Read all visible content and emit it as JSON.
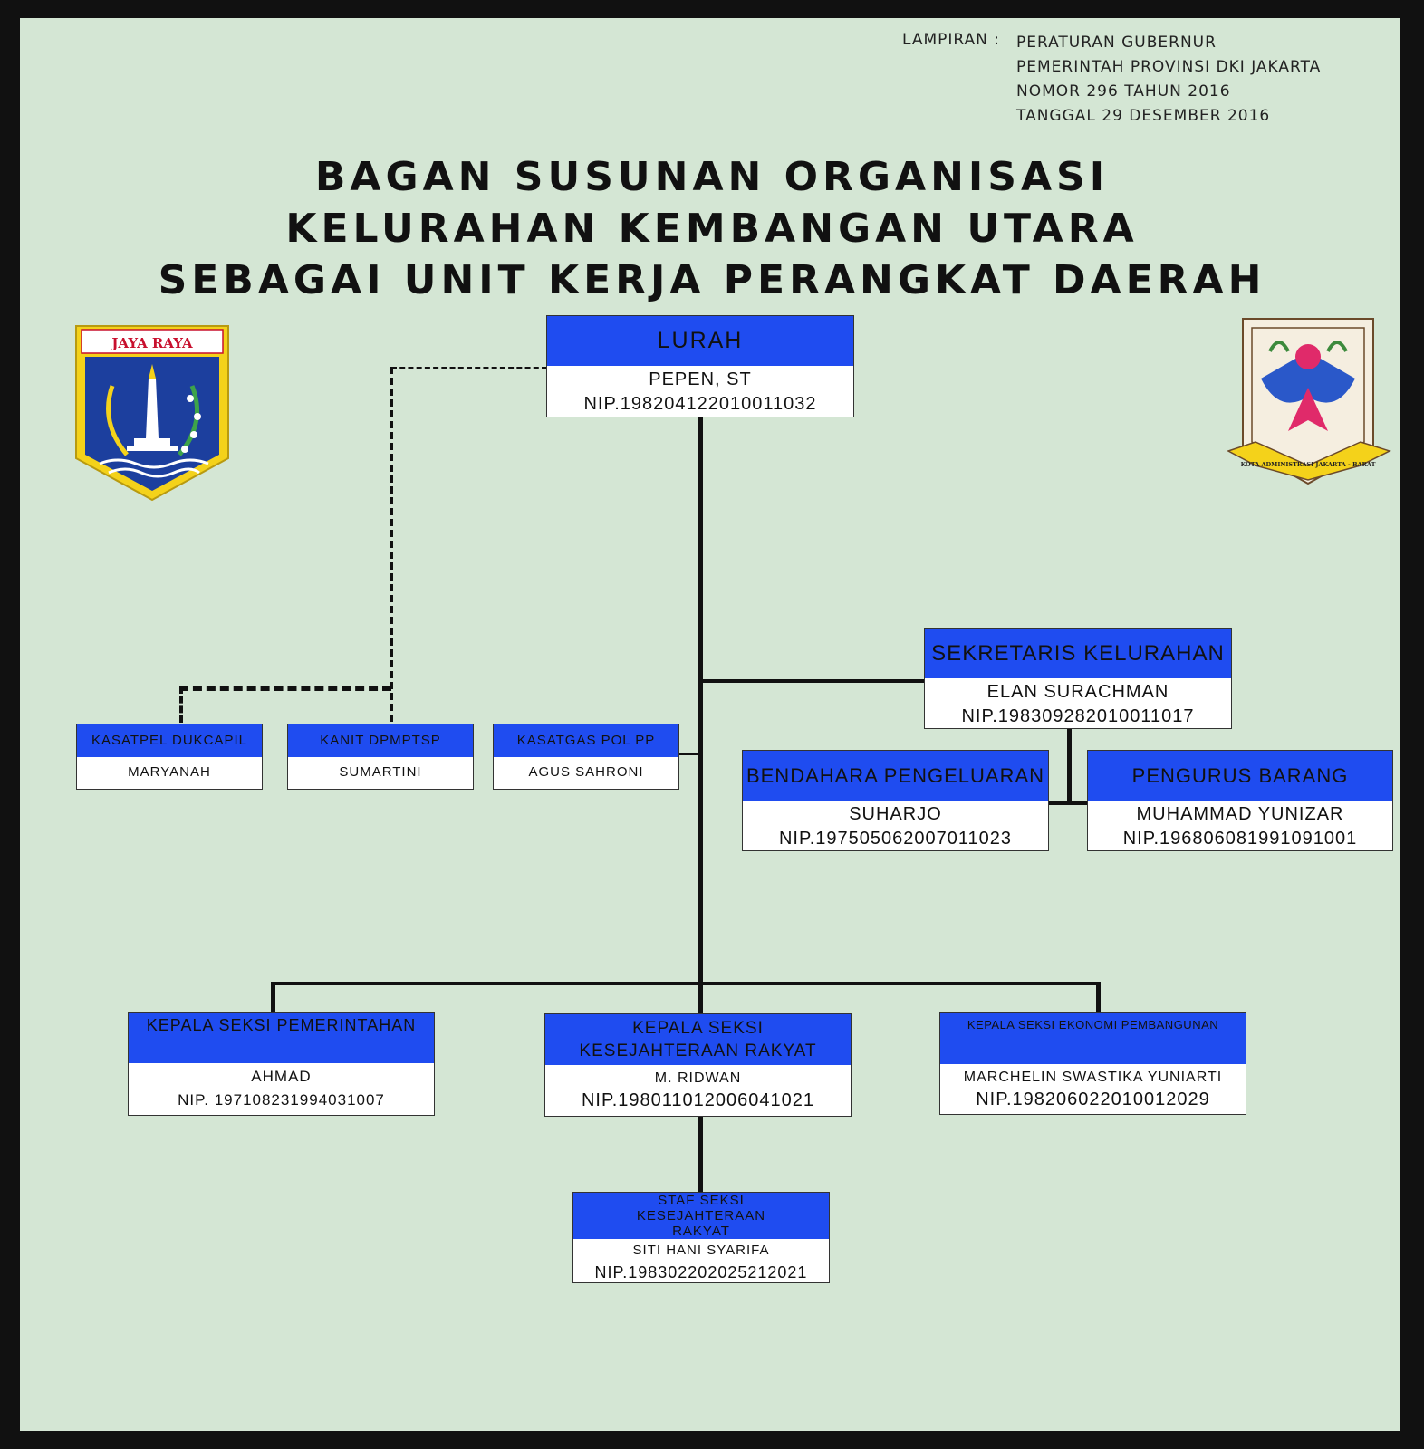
{
  "lampiran": {
    "label": "LAMPIRAN :",
    "lines": [
      "PERATURAN GUBERNUR",
      "PEMERINTAH PROVINSI DKI JAKARTA",
      "NOMOR 296 TAHUN 2016",
      "TANGGAL 29 DESEMBER 2016"
    ]
  },
  "title": [
    "BAGAN SUSUNAN ORGANISASI",
    "KELURAHAN KEMBANGAN UTARA",
    "SEBAGAI UNIT KERJA PERANGKAT DAERAH"
  ],
  "logos": {
    "left_banner": "JAYA RAYA",
    "right_caption": "KOTA ADMINISTRASI JAKARTA - BARAT",
    "colors": {
      "shield": "#1c3f9e",
      "gold": "#f4d21a",
      "banner_red": "#c8102e"
    }
  },
  "colors": {
    "header_blue": "#1f4cf0",
    "background": "#d4e6d4",
    "frame": "#111111"
  },
  "boxes": {
    "lurah": {
      "title": "LURAH",
      "name": "PEPEN, ST",
      "nip": "NIP.198204122010011032"
    },
    "sekretaris": {
      "title": "SEKRETARIS KELURAHAN",
      "name": "ELAN SURACHMAN",
      "nip": "NIP.198309282010011017"
    },
    "bendahara": {
      "title": "BENDAHARA PENGELUARAN",
      "name": "SUHARJO",
      "nip": "NIP.197505062007011023"
    },
    "pengurus": {
      "title": "PENGURUS BARANG",
      "name": "MUHAMMAD YUNIZAR",
      "nip": "NIP.196806081991091001"
    },
    "dukcapil": {
      "title": "KASATPEL DUKCAPIL",
      "name": "MARYANAH"
    },
    "dpmptsp": {
      "title": "KANIT DPMPTSP",
      "name": "SUMARTINI"
    },
    "polpp": {
      "title": "KASATGAS POL PP",
      "name": "AGUS SAHRONI"
    },
    "pemerintahan": {
      "title": "KEPALA SEKSI PEMERINTAHAN",
      "name": "AHMAD",
      "nip": "NIP. 197108231994031007"
    },
    "kesra": {
      "title": "KEPALA SEKSI KESEJAHTERAAN RAKYAT",
      "name": "M. RIDWAN",
      "nip": "NIP.198011012006041021"
    },
    "ekbang": {
      "title": "KEPALA SEKSI EKONOMI PEMBANGUNAN",
      "name": "MARCHELIN SWASTIKA YUNIARTI",
      "nip": "NIP.198206022010012029"
    },
    "staf_kesra": {
      "title": "STAF SEKSI KESEJAHTERAAN RAKYAT",
      "name": "SITI HANI SYARIFA",
      "nip": "NIP.198302202025212021"
    }
  }
}
